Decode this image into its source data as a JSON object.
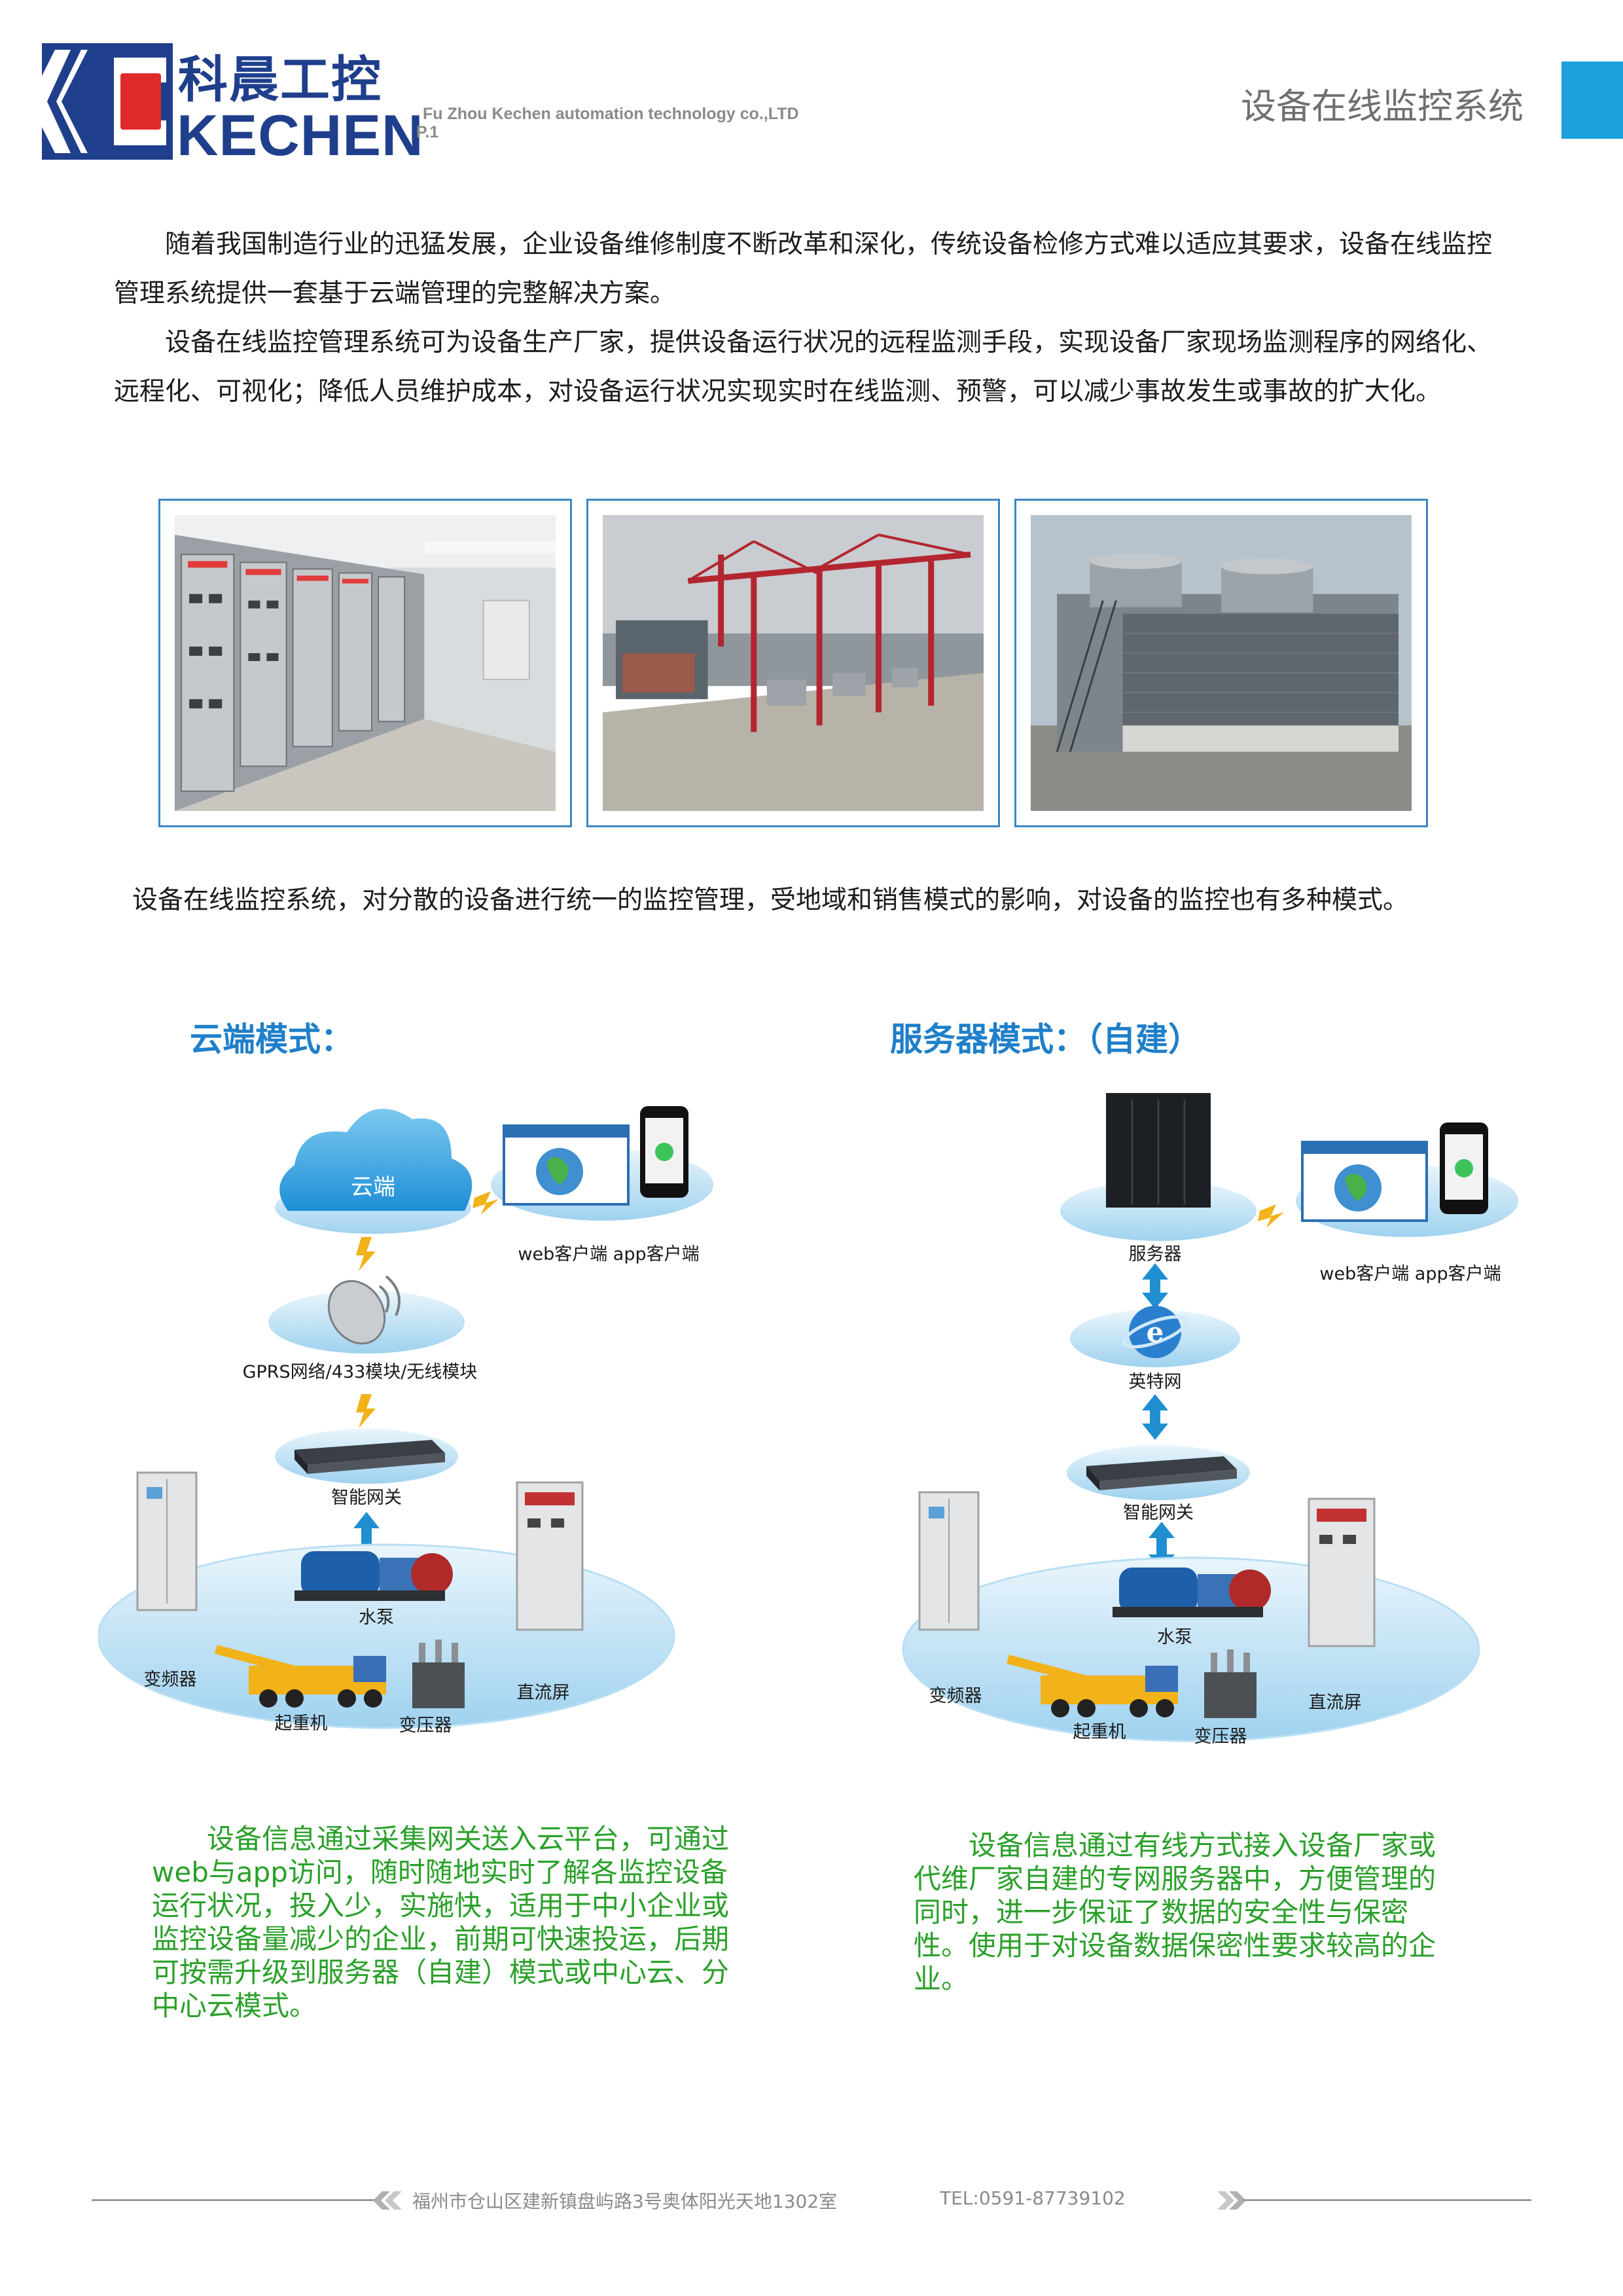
{
  "header": {
    "logo_cn": "科晨工控",
    "logo_en": "KECHEN",
    "company_en": "Fu Zhou Kechen automation technology co.,LTD",
    "page_num": "P.1",
    "page_title": "设备在线监控系统"
  },
  "intro": {
    "p1": "随着我国制造行业的迅猛发展，企业设备维修制度不断改革和深化，传统设备检修方式难以适应其要求，设备在线监控管理系统提供一套基于云端管理的完整解决方案。",
    "p2": "设备在线监控管理系统可为设备生产厂家，提供设备运行状况的远程监测手段，实现设备厂家现场监测程序的网络化、远程化、可视化；降低人员维护成本，对设备运行状况实现实时在线监测、预警，可以减少事故发生或事故的扩大化。"
  },
  "summary": "设备在线监控系统，对分散的设备进行统一的监控管理，受地域和销售模式的影响，对设备的监控也有多种模式。",
  "cloud_mode": {
    "title": "云端模式：",
    "cloud_label": "云端",
    "clients_label": "web客户端 app客户端",
    "network_label": "GPRS网络/433模块/无线模块",
    "gateway_label": "智能网关",
    "pump": "水泵",
    "inverter": "变频器",
    "crane": "起重机",
    "transformer": "变压器",
    "dc_panel": "直流屏",
    "description": "设备信息通过采集网关送入云平台，可通过web与app访问，随时随地实时了解各监控设备运行状况，投入少，实施快，适用于中小企业或监控设备量减少的企业，前期可快速投运，后期可按需升级到服务器（自建）模式或中心云、分中心云模式。"
  },
  "server_mode": {
    "title": "服务器模式：（自建）",
    "server_label": "服务器",
    "clients_label": "web客户端 app客户端",
    "internet_label": "英特网",
    "gateway_label": "智能网关",
    "pump": "水泵",
    "inverter": "变频器",
    "crane": "起重机",
    "transformer": "变压器",
    "dc_panel": "直流屏",
    "description": "设备信息通过有线方式接入设备厂家或代维厂家自建的专网服务器中，方便管理的同时，进一步保证了数据的安全性与保密性。使用于对设备数据保密性要求较高的企业。"
  },
  "footer": {
    "address": "福州市仓山区建新镇盘屿路3号奥体阳光天地1302室",
    "tel": "TEL:0591-87739102"
  },
  "colors": {
    "brand_blue": "#1f3f8c",
    "brand_red": "#e0292b",
    "accent_blue": "#1aa0dc",
    "desc_green": "#2aa02a"
  }
}
